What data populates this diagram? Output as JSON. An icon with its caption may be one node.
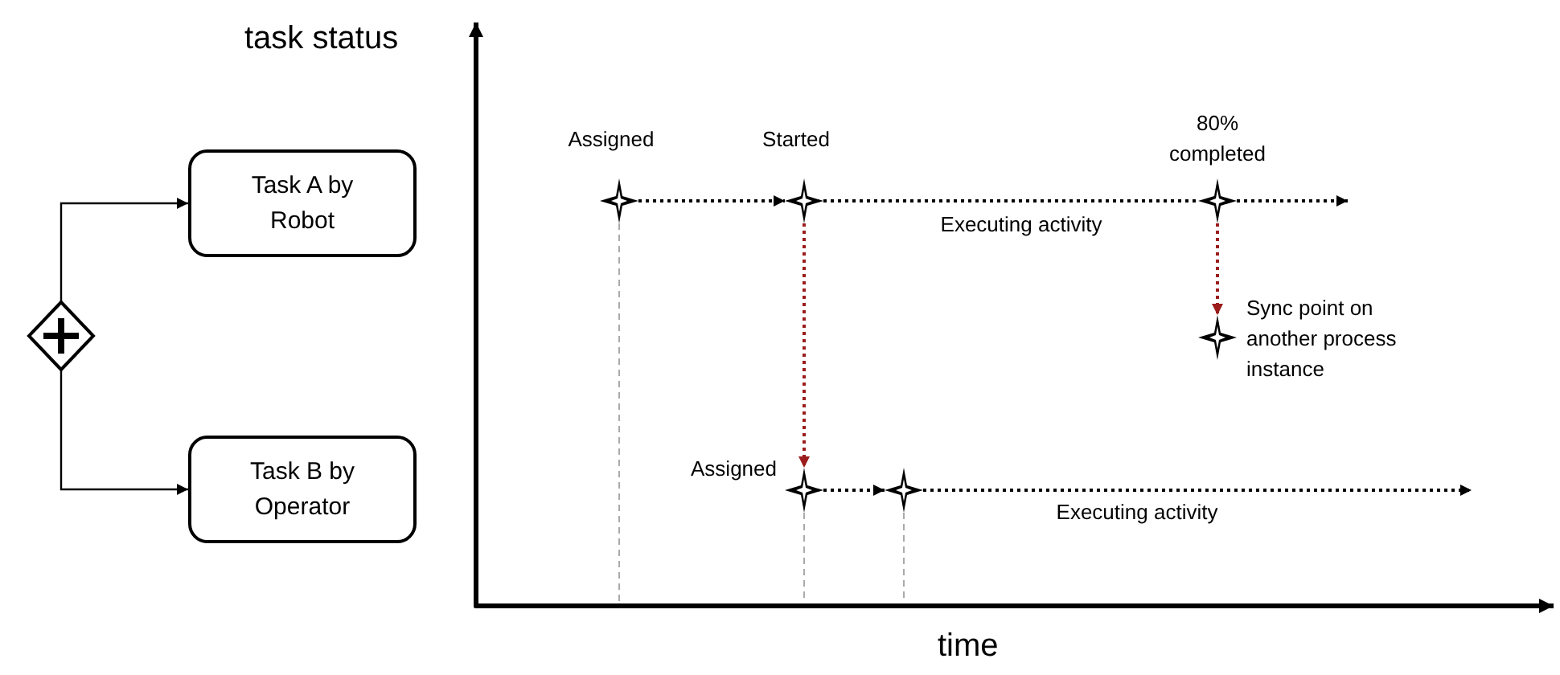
{
  "diagram": {
    "nodes": [
      {
        "text": [],
        "shape": "diamond"
      },
      {
        "text": [
          "Task A by Robot"
        ]
      },
      {
        "text": [
          "Task B by Operator"
        ]
      },
      {
        "text": [],
        "shape": "star",
        "beside": [
          "Assigned"
        ]
      },
      {
        "text": [],
        "shape": "star",
        "beside": [
          "Started"
        ]
      },
      {
        "text": [],
        "shape": "star",
        "beside": [
          "80% completed"
        ]
      },
      {
        "text": [],
        "shape": "star",
        "beside": [
          "Sync point on another process instance"
        ]
      },
      {
        "text": [],
        "shape": "star",
        "beside": [
          "Assigned"
        ]
      },
      {
        "text": [],
        "shape": "star"
      }
    ],
    "edges": [
      {
        "from": 0,
        "to": 1,
        "arrow": "to"
      },
      {
        "from": 0,
        "to": 2,
        "arrow": "to"
      },
      {
        "from": 3,
        "to": 4,
        "arrow": "to",
        "style": "dashed"
      },
      {
        "from": 4,
        "to": 5,
        "arrow": "none",
        "style": "dashed",
        "label": "Executing activity"
      },
      {
        "from": 5,
        "to": null,
        "arrow": "to",
        "style": "dashed"
      },
      {
        "from": 5,
        "to": 6,
        "arrow": "to",
        "style": "dashed",
        "color": "#9b1c1c"
      },
      {
        "from": 4,
        "to": 7,
        "arrow": "to",
        "style": "dashed",
        "color": "#9b1c1c"
      },
      {
        "from": 7,
        "to": 8,
        "arrow": "to",
        "style": "dashed"
      },
      {
        "from": 8,
        "to": null,
        "arrow": "to",
        "style": "dashed",
        "label": "Executing activity"
      }
    ],
    "labels": [
      "task status",
      "time"
    ]
  }
}
